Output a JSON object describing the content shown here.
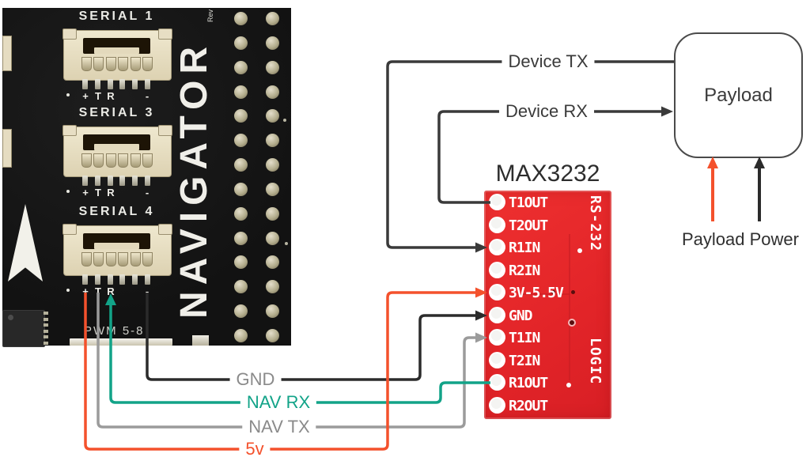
{
  "colors": {
    "dark": "#3a3a3a",
    "black": "#2b2b2b",
    "gray": "#9b9b9b",
    "teal": "#12a388",
    "orange": "#f4512c",
    "label_gray": "#8a8a8a"
  },
  "navigator": {
    "name": "NAVIGATOR",
    "rev": "Rev",
    "pwm_label": "PWM 5-8",
    "pin_labels": [
      "+",
      "T",
      "R",
      "-"
    ],
    "serials": [
      {
        "label": "SERIAL 1"
      },
      {
        "label": "SERIAL 3"
      },
      {
        "label": "SERIAL 4"
      }
    ]
  },
  "max3232": {
    "title": "MAX3232",
    "pins": [
      "T1OUT",
      "T2OUT",
      "R1IN",
      "R2IN",
      "3V-5.5V",
      "GND",
      "T1IN",
      "T2IN",
      "R1OUT",
      "R2OUT"
    ],
    "side_rs232": "RS-232",
    "side_logic": "LOGIC"
  },
  "payload": {
    "label": "Payload",
    "power_label": "Payload Power"
  },
  "wires": {
    "device_tx": {
      "label": "Device TX",
      "color": "#3a3a3a"
    },
    "device_rx": {
      "label": "Device RX",
      "color": "#3a3a3a"
    },
    "gnd": {
      "label": "GND",
      "wire_color": "#2b2b2b",
      "label_color": "#8a8a8a"
    },
    "nav_rx": {
      "label": "NAV RX",
      "color": "#12a388"
    },
    "nav_tx": {
      "label": "NAV TX",
      "color": "#9b9b9b"
    },
    "five_v": {
      "label": "5v",
      "color": "#f4512c"
    },
    "payload_power_red": {
      "color": "#f4512c"
    },
    "payload_power_black": {
      "color": "#2b2b2b"
    }
  }
}
